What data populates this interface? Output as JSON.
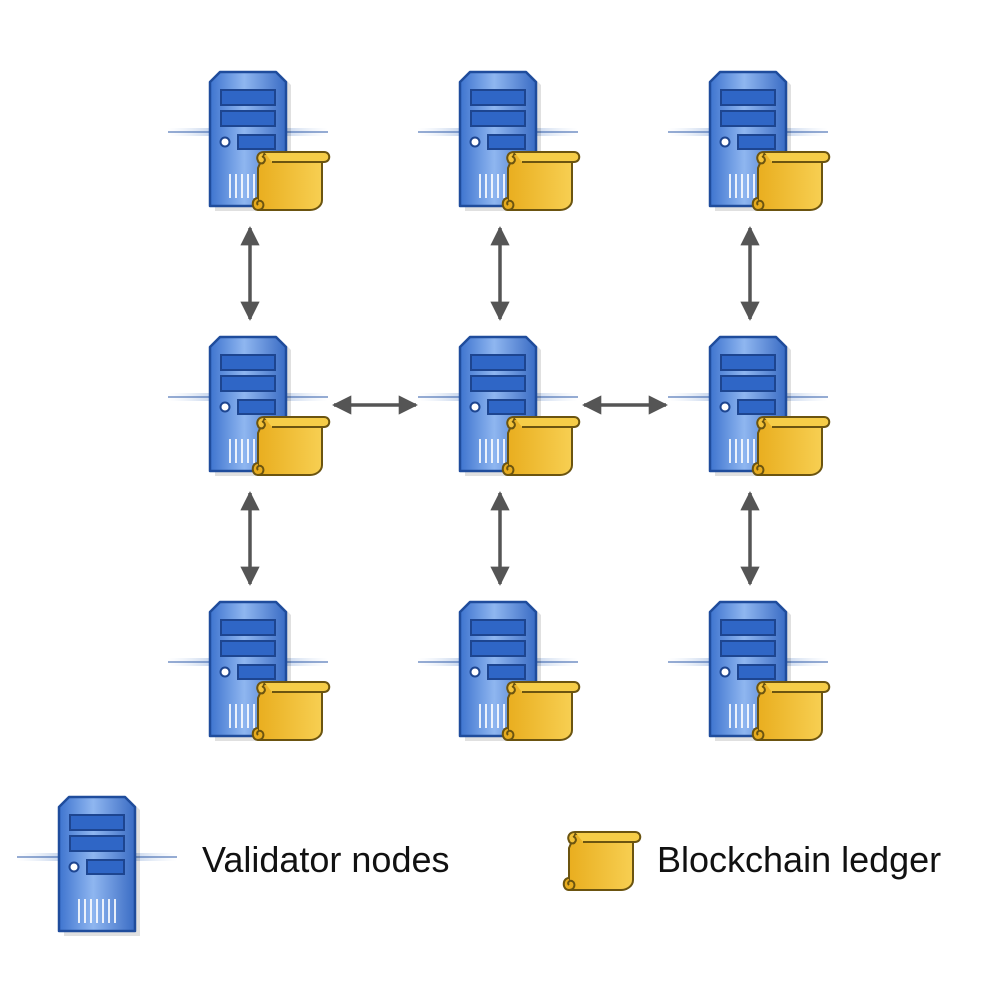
{
  "diagram": {
    "nodes": [
      {
        "id": "node-top-left",
        "row": 0,
        "col": 0
      },
      {
        "id": "node-top-center",
        "row": 0,
        "col": 1
      },
      {
        "id": "node-top-right",
        "row": 0,
        "col": 2
      },
      {
        "id": "node-middle-left",
        "row": 1,
        "col": 0
      },
      {
        "id": "node-middle-center",
        "row": 1,
        "col": 1
      },
      {
        "id": "node-middle-right",
        "row": 1,
        "col": 2
      },
      {
        "id": "node-bottom-left",
        "row": 2,
        "col": 0
      },
      {
        "id": "node-bottom-center",
        "row": 2,
        "col": 1
      },
      {
        "id": "node-bottom-right",
        "row": 2,
        "col": 2
      }
    ],
    "connections": [
      {
        "from": "node-top-left",
        "to": "node-middle-left"
      },
      {
        "from": "node-top-center",
        "to": "node-middle-center"
      },
      {
        "from": "node-top-right",
        "to": "node-middle-right"
      },
      {
        "from": "node-middle-left",
        "to": "node-middle-center"
      },
      {
        "from": "node-middle-center",
        "to": "node-middle-right"
      },
      {
        "from": "node-middle-left",
        "to": "node-bottom-left"
      },
      {
        "from": "node-middle-center",
        "to": "node-bottom-center"
      },
      {
        "from": "node-middle-right",
        "to": "node-bottom-right"
      }
    ]
  },
  "legend": {
    "validator_label": "Validator nodes",
    "ledger_label": "Blockchain ledger"
  },
  "icons": {
    "node": "server-icon",
    "ledger": "scroll-icon",
    "connection": "bidirectional-arrow-icon"
  },
  "colors": {
    "server_body": "#5b8fe0",
    "server_outline": "#1f4c9c",
    "ledger_fill": "#f2c23a",
    "ledger_outline": "#6b5410",
    "arrow": "#555555"
  }
}
